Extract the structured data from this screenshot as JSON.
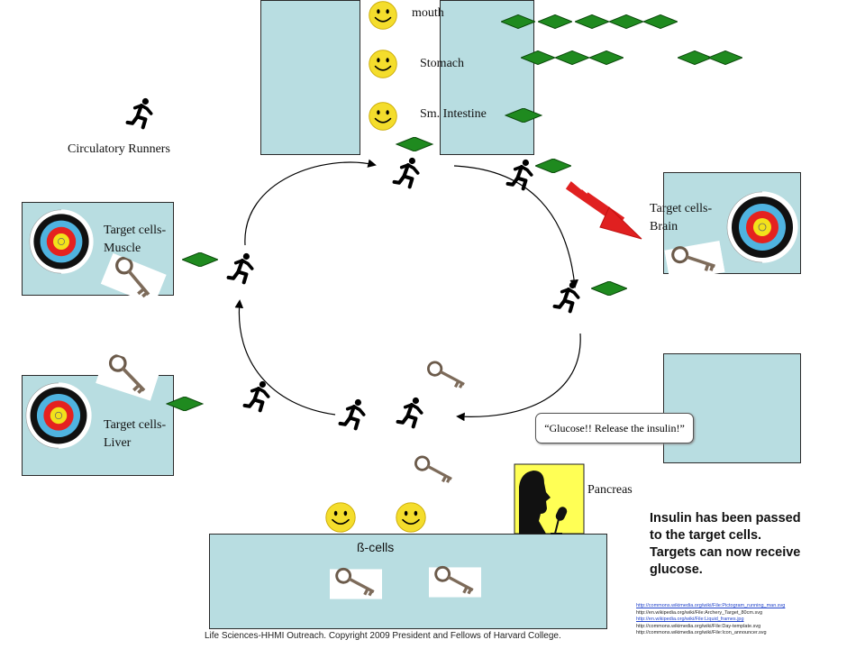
{
  "organs": {
    "mouth": "mouth",
    "stomach": "Stomach",
    "small_intestine": "Sm. Intestine"
  },
  "circulatory_label": "Circulatory Runners",
  "targets": {
    "muscle_line1": "Target cells-",
    "muscle_line2": "Muscle",
    "liver_line1": "Target cells-",
    "liver_line2": "Liver",
    "brain_line1": "Target cells-",
    "brain_line2": "Brain"
  },
  "speech_bubble": "“Glucose!!  Release the insulin!”",
  "pancreas_label": "Pancreas",
  "beta_cells_label": "ß-cells",
  "note": "Insulin has been passed to the target cells.  Targets can now receive glucose.",
  "references": [
    "http://commons.wikimedia.org/wiki/File:Pictogram_running_man.svg",
    "http://en.wikipedia.org/wiki/File:Archery_Target_80cm.svg",
    "http://en.wikipedia.org/wiki/File:Liquid_frames.jpg",
    "http://commons.wikimedia.org/wiki/File:Day-template.svg",
    "http://commons.wikimedia.org/wiki/File:Icon_announcer.svg"
  ],
  "footer": "Life Sciences-HHMI Outreach. Copyright 2009 President and Fellows of Harvard College.",
  "colors": {
    "box_fill": "#b8dde1",
    "glucose_green": "#1f8a1f",
    "smiley_yellow": "#f4dd2c",
    "arrow_red": "#e02020",
    "pancreas_yellow": "#ffff55"
  }
}
